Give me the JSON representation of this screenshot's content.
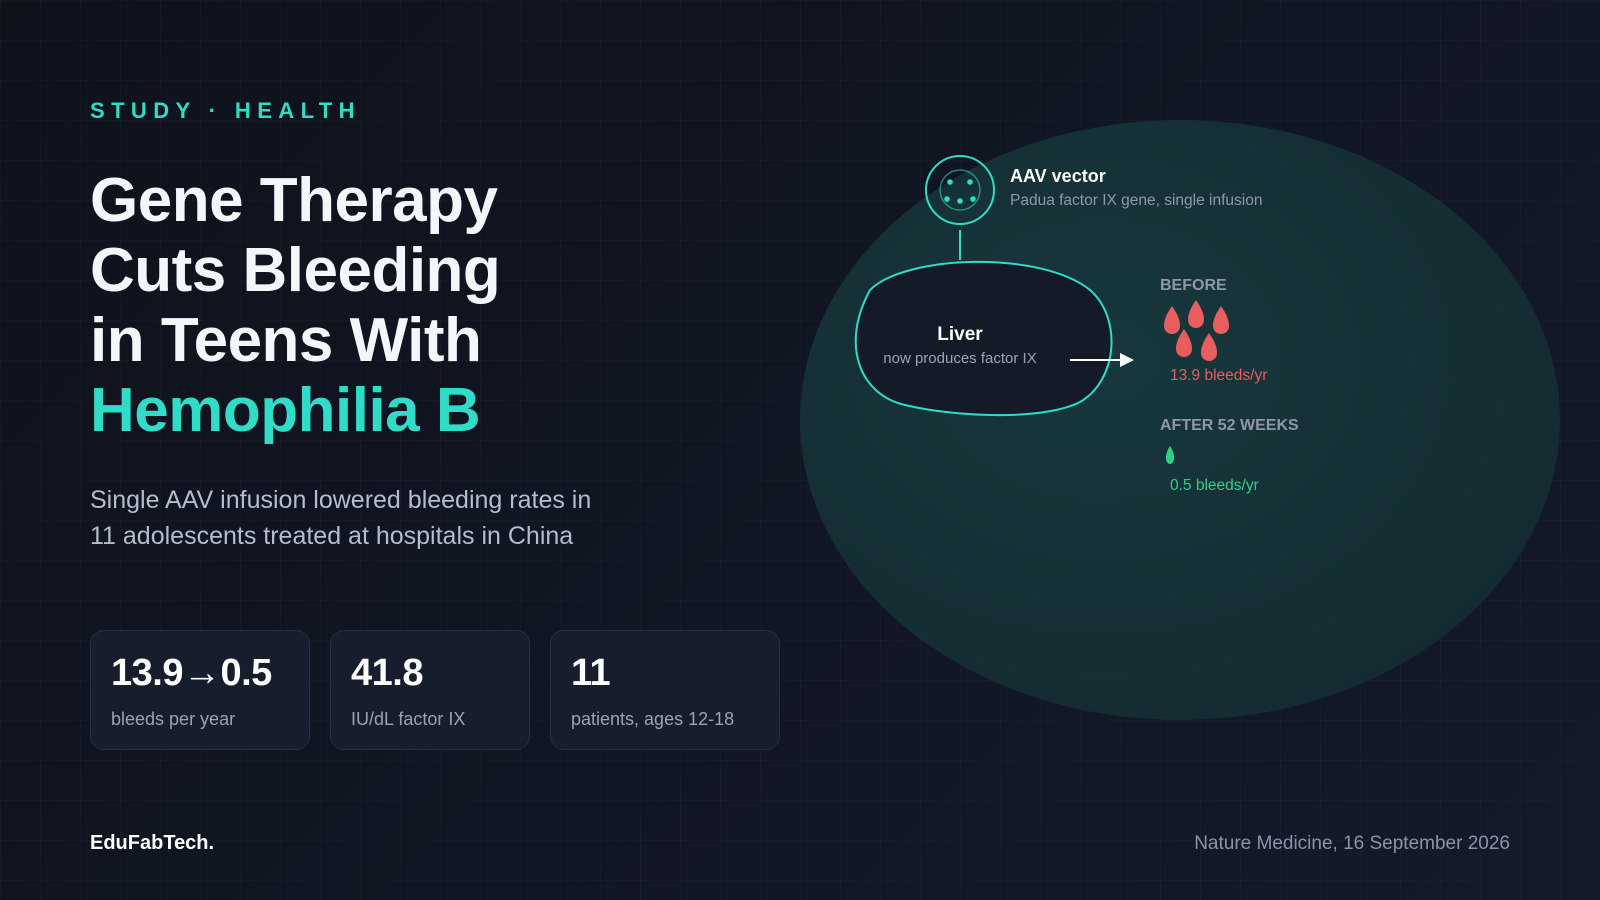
{
  "kicker": "STUDY · HEALTH",
  "headline": {
    "line1": "Gene Therapy",
    "line2": "Cuts Bleeding",
    "line3": "in Teens With",
    "line4_accent": "Hemophilia B"
  },
  "subtitle": {
    "line1": "Single AAV infusion lowered bleeding rates in",
    "line2": "11 adolescents treated at hospitals in China"
  },
  "stats": [
    {
      "value": "13.9→0.5",
      "label": "bleeds per year"
    },
    {
      "value": "41.8",
      "label": "IU/dL factor IX"
    },
    {
      "value": "11",
      "label": "patients, ages 12-18"
    }
  ],
  "diagram": {
    "vector_title": "AAV vector",
    "vector_desc": "Padua factor IX gene, single infusion",
    "liver_title": "Liver",
    "liver_desc": "now produces factor IX",
    "before_label": "BEFORE",
    "before_rate": "13.9 bleeds/yr",
    "after_label": "AFTER 52 WEEKS",
    "after_rate": "0.5 bleeds/yr"
  },
  "footer": {
    "brand": "EduFabTech.",
    "source": "Nature Medicine, 16 September 2026"
  },
  "colors": {
    "accent": "#2fdcc8",
    "before_red": "#e85d5d",
    "after_green": "#2fcf8a",
    "background": "#111522"
  }
}
